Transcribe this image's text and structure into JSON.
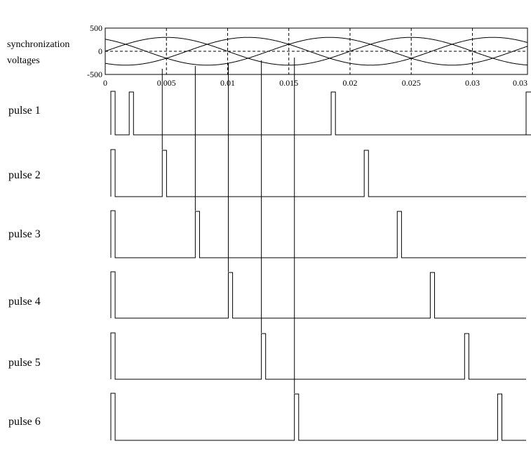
{
  "labels": {
    "sync_line1": "synchronization",
    "sync_line2": "voltages"
  },
  "pulse_labels": [
    "pulse 1",
    "pulse 2",
    "pulse 3",
    "pulse 4",
    "pulse 5",
    "pulse 6"
  ],
  "chart_data": [
    {
      "type": "line",
      "title": "",
      "ylabel": "synchronization voltages",
      "xlabel": "",
      "x_ticks": [
        "0",
        "0.005",
        "0.01",
        "0.015",
        "0.02",
        "0.025",
        "0.03",
        "0.03"
      ],
      "y_ticks": [
        "500",
        "0",
        "-500"
      ],
      "xlim": [
        0,
        0.0345
      ],
      "ylim": [
        -500,
        500
      ],
      "grid": true,
      "series_shape": "three-phase sinusoids, amplitude about 300 V, frequency 50 Hz, phase shifts 0, -120, +120 degrees"
    },
    {
      "type": "line",
      "title": "",
      "xlim": [
        0,
        0.0345
      ],
      "series": [
        {
          "name": "pulse 1",
          "pulse_times": [
            0.0015,
            0.018,
            0.0345
          ]
        },
        {
          "name": "pulse 2",
          "pulse_times": [
            0.0042,
            0.0207
          ]
        },
        {
          "name": "pulse 3",
          "pulse_times": [
            0.0069,
            0.0234
          ]
        },
        {
          "name": "pulse 4",
          "pulse_times": [
            0.0096,
            0.0261
          ]
        },
        {
          "name": "pulse 5",
          "pulse_times": [
            0.0123,
            0.0289
          ]
        },
        {
          "name": "pulse 6",
          "pulse_times": [
            0.015,
            0.0316
          ]
        }
      ],
      "pulse_width": 0.00035,
      "marker_lines_at": [
        0.0042,
        0.0069,
        0.0096,
        0.0123,
        0.015
      ]
    }
  ]
}
